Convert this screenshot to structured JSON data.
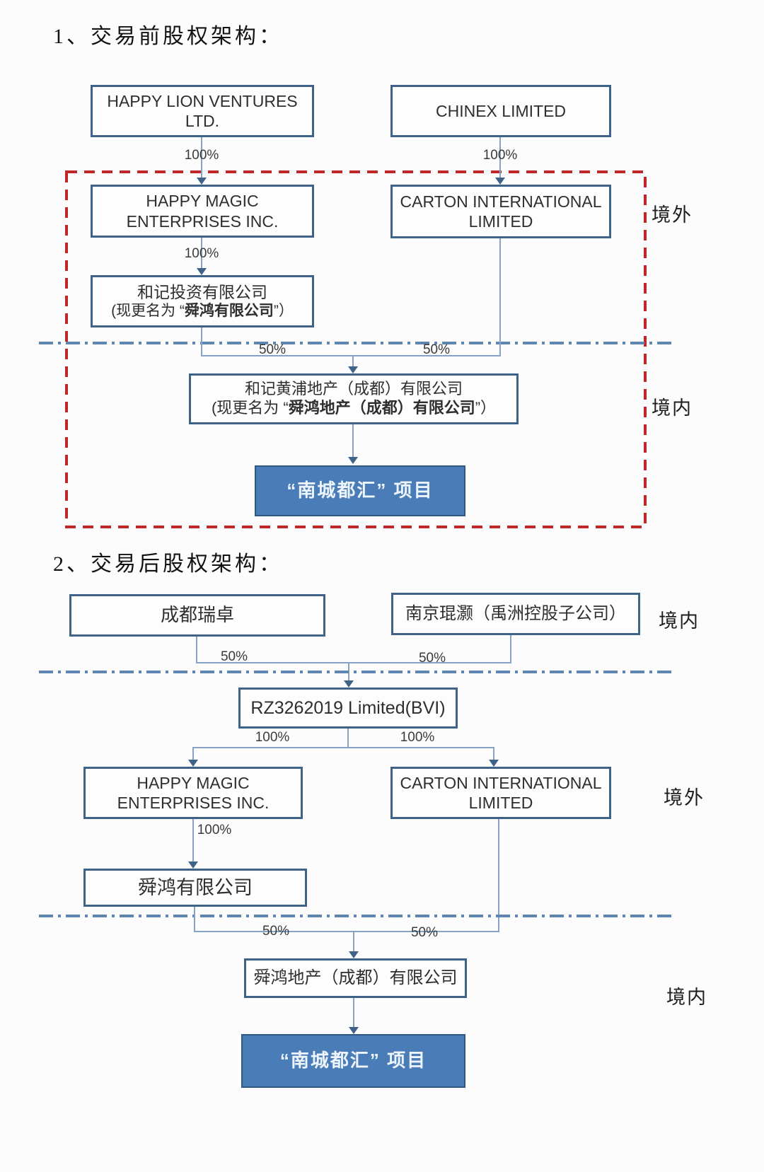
{
  "labels": {
    "pct_100": "100%",
    "pct_50": "50%",
    "offshore": "境外",
    "onshore": "境内"
  },
  "colors": {
    "box_border": "#3f6288",
    "connector_line": "#86a2c6",
    "offshore_boundary_red": "#c02728",
    "onshore_boundary_blue": "#5f86b2",
    "project_fill": "#4a7db8",
    "project_text": "#eef4fb"
  },
  "before": {
    "title": "1、交易前股权架构：",
    "happy_lion": "HAPPY LION VENTURES LTD.",
    "chinex": "CHINEX LIMITED",
    "happy_magic": "HAPPY MAGIC ENTERPRISES INC.",
    "carton": "CARTON INTERNATIONAL LIMITED",
    "hutchison_investment": "和记投资有限公司",
    "hutchison_investment_rename_prefix": "(现更名为 “",
    "hutchison_investment_rename_bold": "舜鸿有限公司",
    "hutchison_investment_rename_suffix": "”）",
    "hutchison_whampoa": "和记黄浦地产（成都）有限公司",
    "hutchison_whampoa_rename_prefix": "(现更名为 “",
    "hutchison_whampoa_rename_bold": "舜鸿地产（成都）有限公司",
    "hutchison_whampoa_rename_suffix": "”）",
    "project": "“南城都汇” 项目"
  },
  "after": {
    "title": "2、交易后股权架构：",
    "chengdu_ruizhuo": "成都瑞卓",
    "nanjing_kunhao": "南京琨灏（禹洲控股子公司）",
    "rz_bvi": "RZ3262019 Limited(BVI)",
    "happy_magic": "HAPPY MAGIC ENTERPRISES INC.",
    "carton": "CARTON INTERNATIONAL LIMITED",
    "shunhong": "舜鸿有限公司",
    "shunhong_dichan": "舜鸿地产（成都）有限公司",
    "project": "“南城都汇” 项目"
  }
}
